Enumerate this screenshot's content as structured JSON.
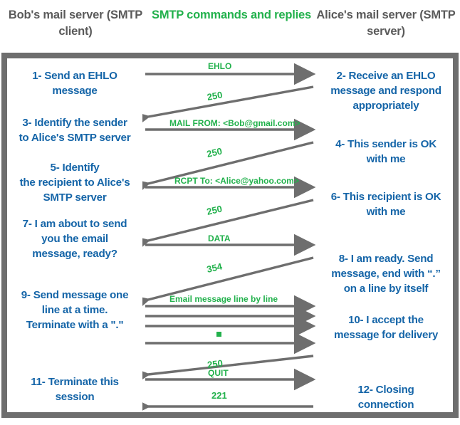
{
  "headers": {
    "left": "Bob's mail server\n(SMTP client)",
    "middle": "SMTP commands and\nreplies",
    "right": "Alice's mail server\n(SMTP server)"
  },
  "colors": {
    "client_text": "#1565a8",
    "command_text": "#22b14c",
    "heading_gray": "#5a5a5a",
    "panel_border": "#6e6e6e",
    "arrow": "#6e6e6e",
    "background": "#ffffff"
  },
  "client_steps": [
    {
      "id": "step-1",
      "text": "1- Send an EHLO\nmessage"
    },
    {
      "id": "step-3",
      "text": "3- Identify the sender\nto Alice's SMTP server"
    },
    {
      "id": "step-5",
      "text": "5- Identify\nthe recipient to Alice's\nSMTP server"
    },
    {
      "id": "step-7",
      "text": "7- I am about to send\nyou the email\nmessage, ready?"
    },
    {
      "id": "step-9",
      "text": "9- Send message one\nline at a time.\nTerminate with a \".\""
    },
    {
      "id": "step-11",
      "text": "11- Terminate this\nsession"
    }
  ],
  "server_steps": [
    {
      "id": "step-2",
      "text": "2- Receive an EHLO\nmessage and respond\nappropriately"
    },
    {
      "id": "step-4",
      "text": "4- This sender is OK\nwith me"
    },
    {
      "id": "step-6",
      "text": "6- This recipient is OK\nwith me"
    },
    {
      "id": "step-8",
      "text": "8-  I am ready. Send\nmessage, end with “.”\non a line by itself"
    },
    {
      "id": "step-10",
      "text": "10-  I accept the\nmessage for delivery"
    },
    {
      "id": "step-12",
      "text": "12-  Closing\nconnection"
    }
  ],
  "messages": [
    {
      "id": "msg-ehlo",
      "label": "EHLO",
      "direction": "client-to-server",
      "style": "horizontal"
    },
    {
      "id": "reply-250-ehlo",
      "label": "250",
      "direction": "server-to-client",
      "style": "diagonal"
    },
    {
      "id": "msg-mail-from",
      "label": "MAIL FROM: <Bob@gmail.com>",
      "direction": "client-to-server",
      "style": "horizontal"
    },
    {
      "id": "reply-250-mail",
      "label": "250",
      "direction": "server-to-client",
      "style": "diagonal"
    },
    {
      "id": "msg-rcpt-to",
      "label": "RCPT To: <Alice@yahoo.com>",
      "direction": "client-to-server",
      "style": "horizontal"
    },
    {
      "id": "reply-250-rcpt",
      "label": "250",
      "direction": "server-to-client",
      "style": "diagonal"
    },
    {
      "id": "msg-data",
      "label": "DATA",
      "direction": "client-to-server",
      "style": "horizontal"
    },
    {
      "id": "reply-354",
      "label": "354",
      "direction": "server-to-client",
      "style": "diagonal"
    },
    {
      "id": "msg-body-1",
      "label": "Email message line by line",
      "direction": "client-to-server",
      "style": "horizontal"
    },
    {
      "id": "msg-body-2",
      "label": "",
      "direction": "client-to-server",
      "style": "horizontal"
    },
    {
      "id": "msg-body-3",
      "label": "",
      "direction": "client-to-server",
      "style": "horizontal"
    },
    {
      "id": "msg-body-4",
      "label": "",
      "direction": "client-to-server",
      "style": "horizontal"
    },
    {
      "id": "reply-250-data",
      "label": "250",
      "direction": "server-to-client",
      "style": "diagonal"
    },
    {
      "id": "msg-quit",
      "label": "QUIT",
      "direction": "client-to-server",
      "style": "horizontal"
    },
    {
      "id": "reply-221",
      "label": "221",
      "direction": "server-to-client",
      "style": "horizontal"
    }
  ],
  "terminator_marker": "■"
}
